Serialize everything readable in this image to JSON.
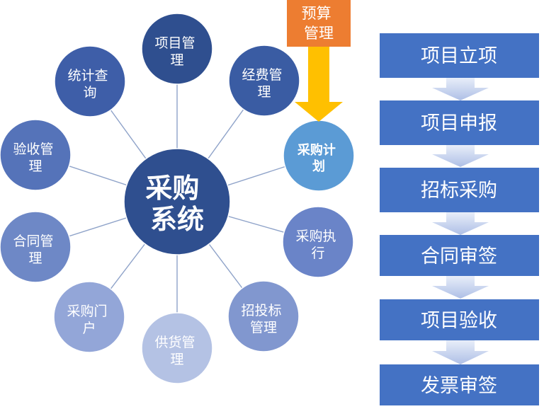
{
  "center": {
    "label_lines": [
      "采购",
      "系统"
    ],
    "color": "#2f4f8f"
  },
  "satellites": [
    {
      "id": "project-mgmt",
      "label_lines": [
        "项目管",
        "理"
      ],
      "color": "#2f4f8f"
    },
    {
      "id": "expense-mgmt",
      "label_lines": [
        "经费管",
        "理"
      ],
      "color": "#3a5ca3"
    },
    {
      "id": "procurement-plan",
      "label_lines": [
        "采购计",
        "划"
      ],
      "color": "#5b9bd5",
      "bold": true
    },
    {
      "id": "procurement-exec",
      "label_lines": [
        "采购执",
        "行"
      ],
      "color": "#6a84c8"
    },
    {
      "id": "bidding-mgmt",
      "label_lines": [
        "招投标",
        "管理"
      ],
      "color": "#8197cf"
    },
    {
      "id": "supply-mgmt",
      "label_lines": [
        "供货管",
        "理"
      ],
      "color": "#b4c2e4"
    },
    {
      "id": "procurement-portal",
      "label_lines": [
        "采购门",
        "户"
      ],
      "color": "#93a6d8"
    },
    {
      "id": "contract-mgmt",
      "label_lines": [
        "合同管",
        "理"
      ],
      "color": "#6e88c6"
    },
    {
      "id": "acceptance-mgmt",
      "label_lines": [
        "验收管",
        "理"
      ],
      "color": "#5573b9"
    },
    {
      "id": "statistics-query",
      "label_lines": [
        "统计查",
        "询"
      ],
      "color": "#3e5ea8"
    }
  ],
  "budget": {
    "label_lines": [
      "预算",
      "管理"
    ],
    "box_color": "#ed7d31",
    "arrow_color": "#ffc000"
  },
  "process_steps": [
    "项目立项",
    "项目申报",
    "招标采购",
    "合同审签",
    "项目验收",
    "发票审签"
  ],
  "colors": {
    "step_box": "#4472c4",
    "step_arrow": "#c9d5ee",
    "spoke": "#8fa3c9"
  }
}
